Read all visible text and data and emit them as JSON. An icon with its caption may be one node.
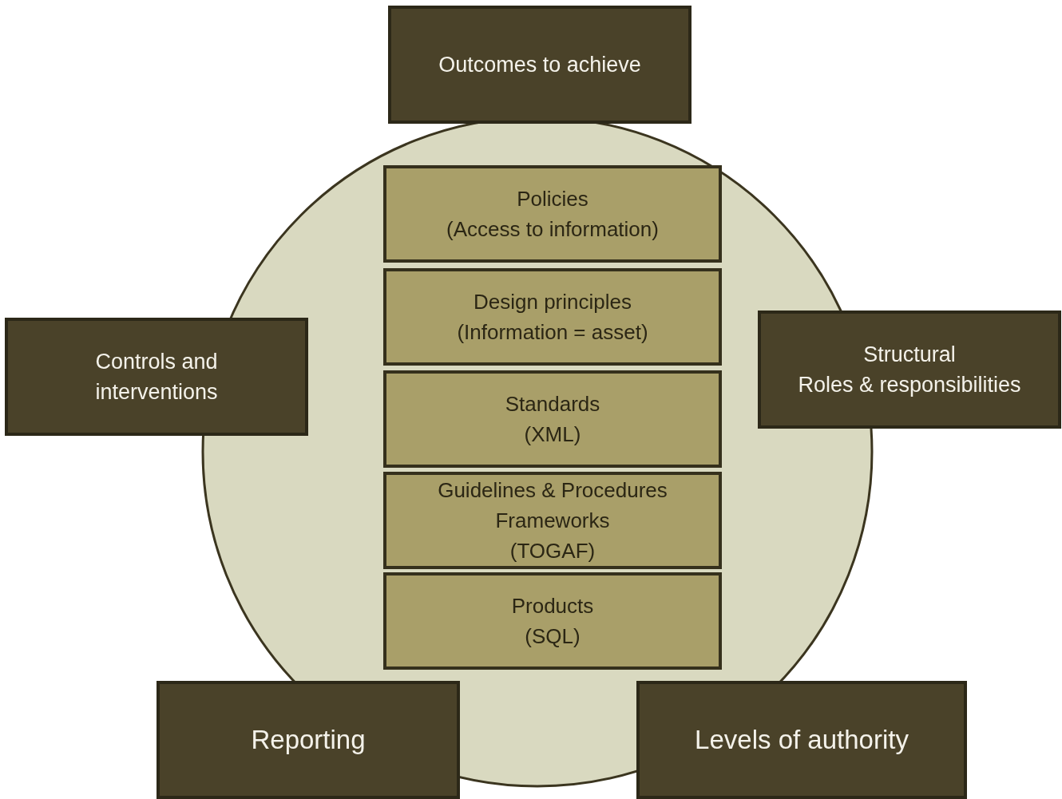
{
  "diagram": {
    "nodes": [
      {
        "text": [
          "Outcomes to achieve"
        ]
      },
      {
        "text": [],
        "shape": "circle"
      },
      {
        "text": [
          "Policies",
          "(Access to information)"
        ],
        "in": 1
      },
      {
        "text": [
          "Design principles",
          "(Information = asset)"
        ],
        "in": 1
      },
      {
        "text": [
          "Standards",
          "(XML)"
        ],
        "in": 1
      },
      {
        "text": [
          "Guidelines & Procedures",
          "Frameworks",
          "(TOGAF)"
        ],
        "in": 1
      },
      {
        "text": [
          "Products",
          "(SQL)"
        ],
        "in": 1
      },
      {
        "text": [
          "Controls and interventions"
        ]
      },
      {
        "text": [
          "Structural",
          "Roles & responsibilities"
        ]
      },
      {
        "text": [
          "Reporting"
        ]
      },
      {
        "text": [
          "Levels of authority"
        ]
      }
    ],
    "edges": []
  }
}
